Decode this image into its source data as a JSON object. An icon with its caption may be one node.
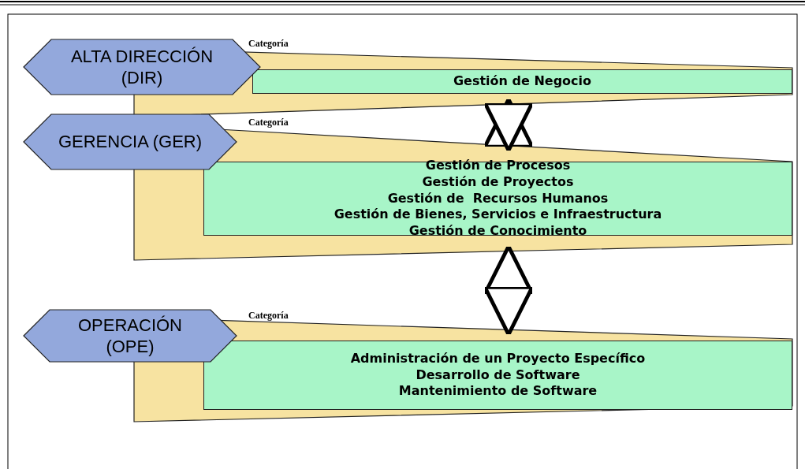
{
  "diagram": {
    "nodes": [
      {
        "text": [
          "ALTA DIRECCIÓN (DIR)"
        ]
      },
      {
        "text": [
          "Categoría"
        ]
      },
      {
        "text": [
          "Gestión de Negocio"
        ],
        "in": 1
      },
      {
        "text": [
          "GERENCIA (GER)"
        ]
      },
      {
        "text": [
          "Categoría"
        ]
      },
      {
        "text": [
          "Gestión de Procesos",
          "Gestión de Proyectos",
          "Gestión de  Recursos Humanos",
          "Gestión de Bienes, Servicios e Infraestructura",
          "Gestión de Conocimiento"
        ],
        "in": 4
      },
      {
        "text": [
          "OPERACIÓN (OPE)"
        ]
      },
      {
        "text": [
          "Categoría"
        ]
      },
      {
        "text": [
          "Administración de un Proyecto Específico",
          "Desarrollo de Software",
          "Mantenimiento de Software"
        ],
        "in": 7
      }
    ],
    "edges": [
      {
        "from": 1,
        "to": 4,
        "arrow": "both"
      },
      {
        "from": 4,
        "to": 7,
        "arrow": "both"
      }
    ]
  }
}
